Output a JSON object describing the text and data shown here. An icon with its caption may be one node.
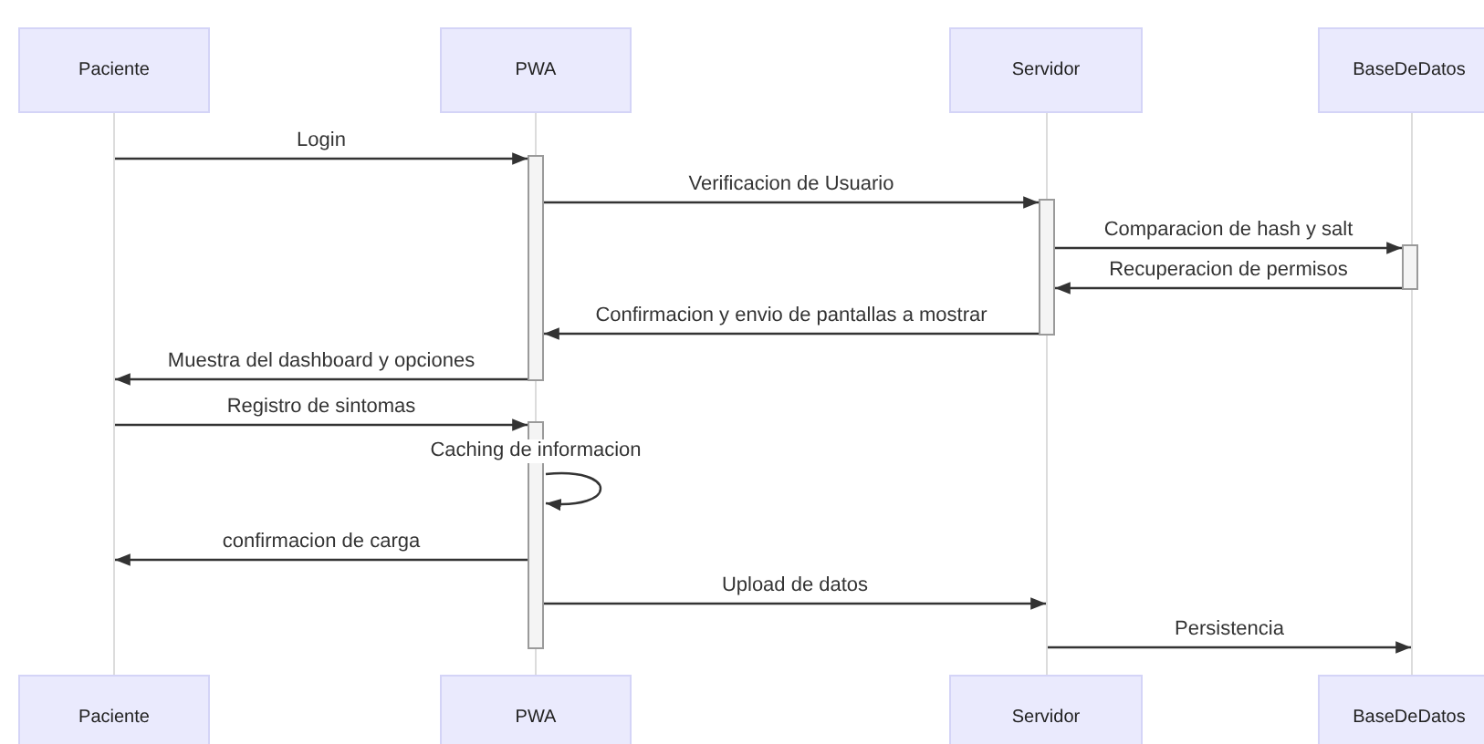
{
  "diagram": {
    "nodes": [
      {
        "text": [
          "Paciente"
        ]
      },
      {
        "text": [
          "PWA"
        ]
      },
      {
        "text": [
          "Servidor"
        ]
      },
      {
        "text": [
          "BaseDeDatos"
        ]
      },
      {
        "text": [
          "Paciente"
        ]
      },
      {
        "text": [
          "PWA"
        ]
      },
      {
        "text": [
          "Servidor"
        ]
      },
      {
        "text": [
          "BaseDeDatos"
        ]
      },
      {
        "text": [],
        "shape": "line"
      },
      {
        "text": [],
        "shape": "line"
      },
      {
        "text": [],
        "shape": "line"
      },
      {
        "text": [],
        "shape": "line"
      },
      {
        "text": [],
        "shape": "bar"
      },
      {
        "text": [],
        "shape": "bar"
      },
      {
        "text": [],
        "shape": "bar"
      },
      {
        "text": [],
        "shape": "bar"
      }
    ],
    "edges": [
      {
        "from": 8,
        "to": 12,
        "arrow": "to",
        "label": "Login"
      },
      {
        "from": 12,
        "to": 13,
        "arrow": "to",
        "label": "Verificacion de Usuario"
      },
      {
        "from": 13,
        "to": 14,
        "arrow": "to",
        "label": "Comparacion de hash y salt"
      },
      {
        "from": 14,
        "to": 13,
        "arrow": "to",
        "label": "Recuperacion de permisos"
      },
      {
        "from": 13,
        "to": 12,
        "arrow": "to",
        "label": "Confirmacion y envio de pantallas a mostrar"
      },
      {
        "from": 12,
        "to": 8,
        "arrow": "to",
        "label": "Muestra del dashboard y opciones"
      },
      {
        "from": 8,
        "to": 15,
        "arrow": "to",
        "label": "Registro de sintomas"
      },
      {
        "from": 15,
        "to": 15,
        "arrow": "to",
        "label": "Caching de informacion"
      },
      {
        "from": 15,
        "to": 8,
        "arrow": "to",
        "label": "confirmacion de carga"
      },
      {
        "from": 15,
        "to": 10,
        "arrow": "to",
        "label": "Upload de datos"
      },
      {
        "from": 10,
        "to": 11,
        "arrow": "to",
        "label": "Persistencia"
      }
    ]
  }
}
